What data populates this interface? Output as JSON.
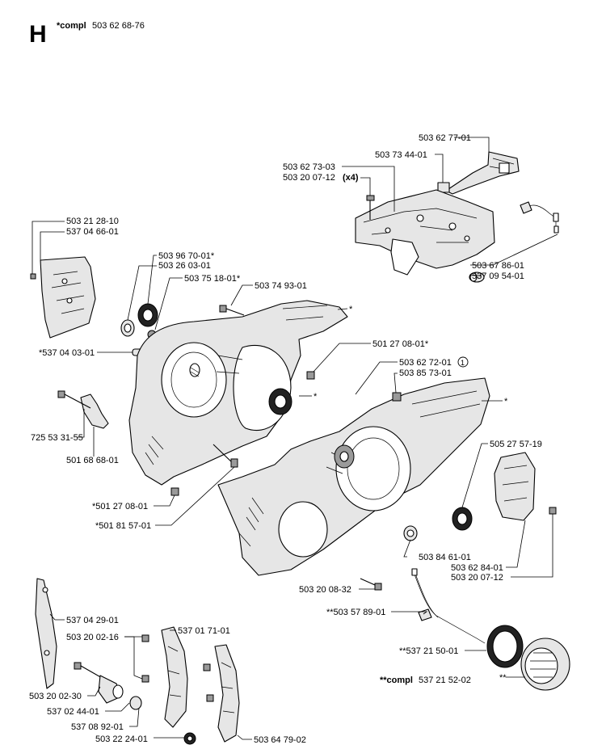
{
  "header": {
    "section_letter": "H",
    "compl_prefix": "*compl",
    "compl_number": "503 62 68-76"
  },
  "labels": {
    "l_503627701": "503 62 77-01",
    "l_503734401": "503 73 44-01",
    "l_503627303": "503 62 73-03",
    "l_503200712_top": "503 20 07-12",
    "l_x4": "(x4)",
    "l_503212810": "503 21 28-10",
    "l_537046601": "537 04 66-01",
    "l_503967001": "503 96 70-01*",
    "l_503260301": "503 26 03-01",
    "l_503751801": "503 75 18-01*",
    "l_503749301": "503 74 93-01",
    "l_503678601": "503 67 86-01",
    "l_537095401": "537 09 54-01",
    "l_537040301": "*537 04 03-01",
    "l_501270801_r": "501 27 08-01*",
    "l_503627201": "503 62 72-01",
    "l_503857301": "503 85 73-01",
    "l_circle1": "1",
    "l_7255331": "725 53 31-55",
    "l_5016868": "501 68 68-01",
    "l_5052757": "505 27 57-19",
    "l_501270801_l": "*501 27 08-01",
    "l_501815701": "*501 81 57-01",
    "l_503846101": "503 84 61-01",
    "l_503628401": "503 62 84-01",
    "l_503200712_r": "503 20 07-12",
    "l_503200832": "503 20 08-32",
    "l_503578901": "**503 57 89-01",
    "l_537042901": "537 04 29-01",
    "l_503200216": "503 20 02-16",
    "l_537017101": "537 01 71-01",
    "l_537215001": "**537 21 50-01",
    "l_compl_prefix": "**compl",
    "l_537215202": "537 21 52-02",
    "l_503200230": "503 20 02-30",
    "l_537024401": "537 02 44-01",
    "l_537089201": "537 08 92-01",
    "l_503222401": "503 22 24-01",
    "l_503647902": "503 64 79-02",
    "star": "*",
    "dstar": "**"
  }
}
